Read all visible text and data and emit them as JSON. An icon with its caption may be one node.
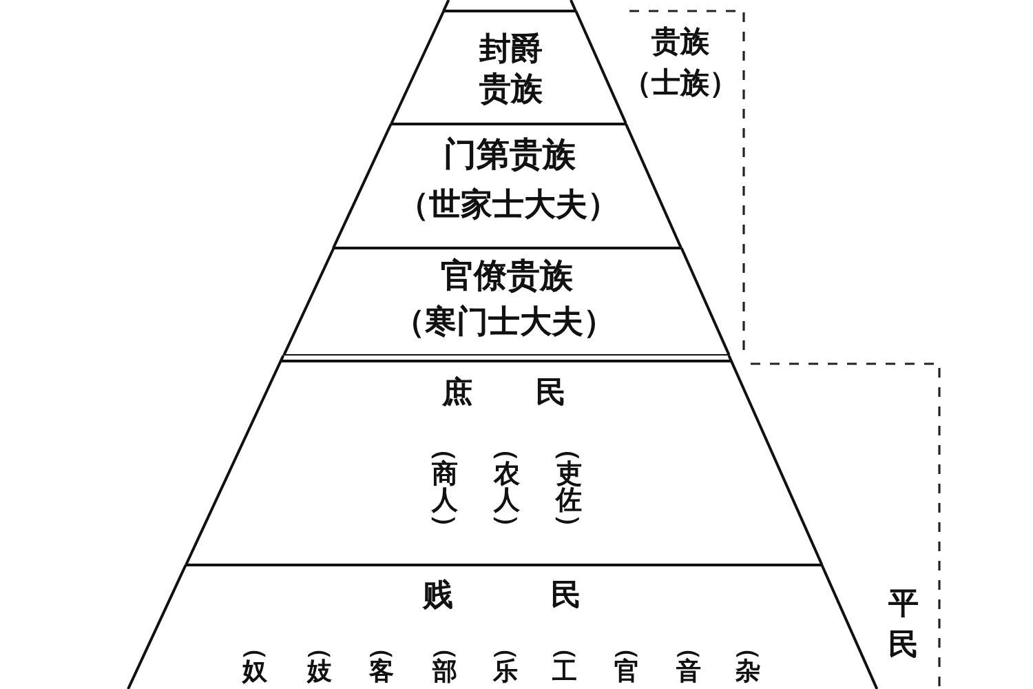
{
  "diagram": {
    "nodes": [
      {
        "text": [],
        "shape": "trapezoid"
      },
      {
        "text": [
          "封爵贵族"
        ]
      },
      {
        "text": [
          "门第贵族",
          "（世家士大夫）"
        ]
      },
      {
        "text": [
          "官僚贵族",
          "（寒门士大夫）"
        ]
      },
      {
        "text": [
          "庶民",
          "（商人）",
          "（农人）",
          "（吏佐）"
        ]
      },
      {
        "text": [
          "贱民",
          "（奴",
          "（妓",
          "（客",
          "（部",
          "（乐",
          "（工",
          "（官",
          "（音",
          "（杂"
        ]
      }
    ],
    "labels": [
      "贵族",
      "（士族）",
      "平民"
    ]
  }
}
